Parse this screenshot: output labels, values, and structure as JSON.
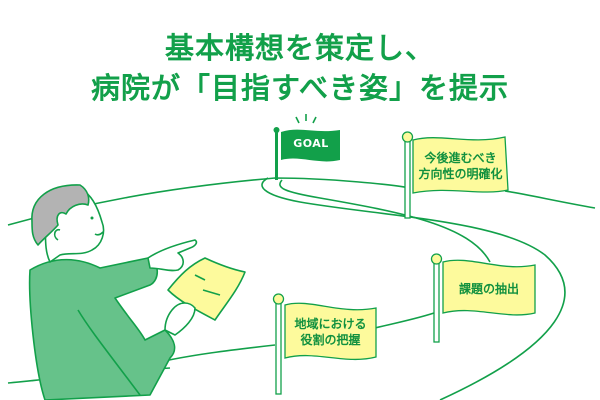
{
  "title": {
    "line1": "基本構想を策定し、",
    "line2": "病院が「目指すべき姿」を提示"
  },
  "goal_flag": {
    "label": "GOAL",
    "color": "#12a04a"
  },
  "milestone_flags": [
    {
      "label_line1": "今後進むべき",
      "label_line2": "方向性の明確化"
    },
    {
      "label_line1": "課題の抽出",
      "label_line2": ""
    },
    {
      "label_line1": "地域における",
      "label_line2": "役割の把握"
    }
  ],
  "colors": {
    "primary_green": "#12a04a",
    "suit_green": "#66c28a",
    "flag_yellow": "#fdfa9c",
    "hair_gray": "#b3b3b3"
  },
  "icons": [
    "goal-flag-icon",
    "milestone-flag-icon",
    "presenter-person-illustration",
    "road-path"
  ]
}
